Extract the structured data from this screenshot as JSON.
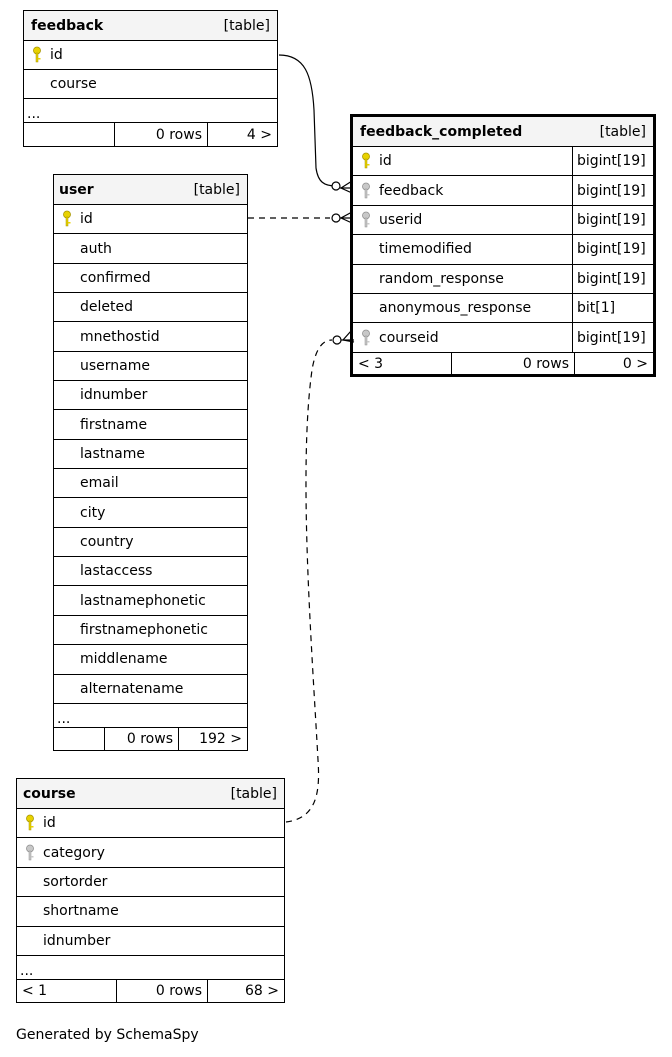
{
  "tables": {
    "feedback": {
      "name": "feedback",
      "kind": "[table]",
      "columns": [
        {
          "name": "id",
          "key": "primary"
        },
        {
          "name": "course",
          "key": "none"
        }
      ],
      "ellipsis": "...",
      "footer": {
        "parents": "",
        "rows": "0 rows",
        "children": "4 >"
      }
    },
    "feedback_completed": {
      "name": "feedback_completed",
      "kind": "[table]",
      "columns": [
        {
          "name": "id",
          "type": "bigint[19]",
          "key": "primary"
        },
        {
          "name": "feedback",
          "type": "bigint[19]",
          "key": "foreign"
        },
        {
          "name": "userid",
          "type": "bigint[19]",
          "key": "foreign"
        },
        {
          "name": "timemodified",
          "type": "bigint[19]",
          "key": "none"
        },
        {
          "name": "random_response",
          "type": "bigint[19]",
          "key": "none"
        },
        {
          "name": "anonymous_response",
          "type": "bit[1]",
          "key": "none"
        },
        {
          "name": "courseid",
          "type": "bigint[19]",
          "key": "foreign"
        }
      ],
      "footer": {
        "parents": "< 3",
        "rows": "0 rows",
        "children": "0 >"
      }
    },
    "user": {
      "name": "user",
      "kind": "[table]",
      "columns": [
        {
          "name": "id",
          "key": "primary"
        },
        {
          "name": "auth",
          "key": "none"
        },
        {
          "name": "confirmed",
          "key": "none"
        },
        {
          "name": "deleted",
          "key": "none"
        },
        {
          "name": "mnethostid",
          "key": "none"
        },
        {
          "name": "username",
          "key": "none"
        },
        {
          "name": "idnumber",
          "key": "none"
        },
        {
          "name": "firstname",
          "key": "none"
        },
        {
          "name": "lastname",
          "key": "none"
        },
        {
          "name": "email",
          "key": "none"
        },
        {
          "name": "city",
          "key": "none"
        },
        {
          "name": "country",
          "key": "none"
        },
        {
          "name": "lastaccess",
          "key": "none"
        },
        {
          "name": "lastnamephonetic",
          "key": "none"
        },
        {
          "name": "firstnamephonetic",
          "key": "none"
        },
        {
          "name": "middlename",
          "key": "none"
        },
        {
          "name": "alternatename",
          "key": "none"
        }
      ],
      "ellipsis": "...",
      "footer": {
        "parents": "",
        "rows": "0 rows",
        "children": "192 >"
      }
    },
    "course": {
      "name": "course",
      "kind": "[table]",
      "columns": [
        {
          "name": "id",
          "key": "primary"
        },
        {
          "name": "category",
          "key": "foreign"
        },
        {
          "name": "sortorder",
          "key": "none"
        },
        {
          "name": "shortname",
          "key": "none"
        },
        {
          "name": "idnumber",
          "key": "none"
        }
      ],
      "ellipsis": "...",
      "footer": {
        "parents": "< 1",
        "rows": "0 rows",
        "children": "68 >"
      }
    }
  },
  "relationships": [
    {
      "from": "feedback_completed.feedback",
      "to": "feedback.id",
      "style": "solid"
    },
    {
      "from": "feedback_completed.userid",
      "to": "user.id",
      "style": "dashed"
    },
    {
      "from": "feedback_completed.courseid",
      "to": "course.id",
      "style": "dashed"
    }
  ],
  "colors": {
    "primary_key": "#e8d200",
    "foreign_key": "#b8b8b8",
    "header_bg": "#f4f4f4"
  },
  "generated_by": "Generated by SchemaSpy"
}
